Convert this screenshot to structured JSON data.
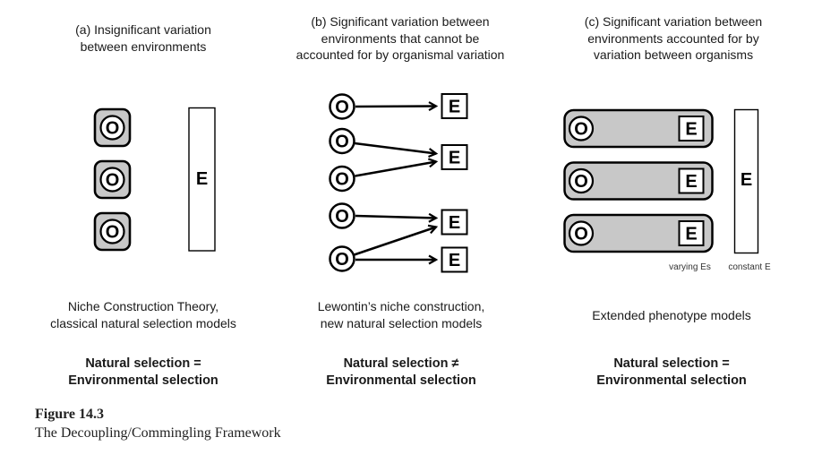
{
  "figure": {
    "caption_label": "Figure 14.3",
    "caption_title": "The Decoupling/Commingling Framework"
  },
  "symbols": {
    "organism": "O",
    "environment": "E"
  },
  "colors": {
    "node_fill": "#c8c8c8",
    "stroke": "#000000",
    "background": "#ffffff"
  },
  "panel_a": {
    "header": "(a) Insignificant variation\nbetween environments",
    "models": "Niche Construction Theory,\nclassical natural selection models",
    "equation": "Natural selection =\nEnvironmental selection"
  },
  "panel_b": {
    "header": "(b) Significant variation between\nenvironments that cannot be\naccounted for by organismal variation",
    "models": "Lewontin’s niche construction,\nnew natural selection models",
    "equation": "Natural selection ≠\nEnvironmental selection"
  },
  "panel_c": {
    "header": "(c) Significant variation between\nenvironments accounted for by\nvariation between organisms",
    "models": "Extended phenotype models",
    "equation": "Natural selection =\nEnvironmental selection",
    "varying_label": "varying Es",
    "constant_label": "constant E"
  }
}
